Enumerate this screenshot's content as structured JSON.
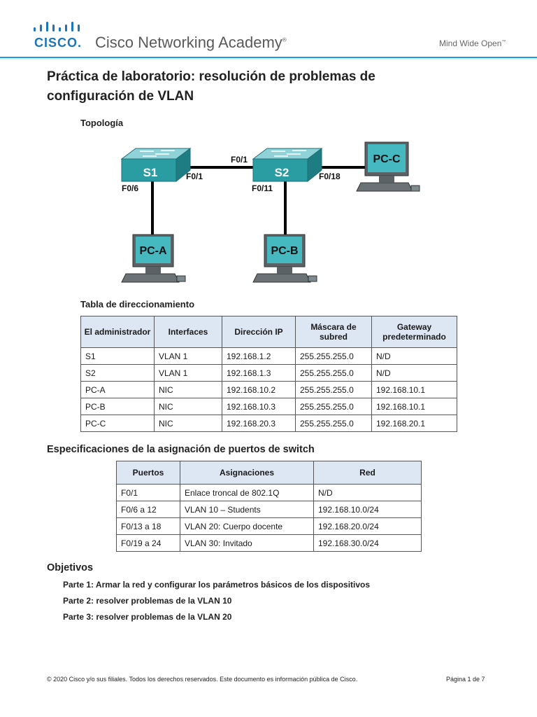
{
  "header": {
    "logo_word": "CISCO.",
    "academy": "Cisco Networking Academy",
    "academy_mark": "®",
    "tagline": "Mind Wide Open",
    "tagline_mark": "™"
  },
  "title_line1": "Práctica de laboratorio: resolución de problemas de",
  "title_line2": "configuración de VLAN",
  "topology": {
    "heading": "Topología",
    "switch_s1": "S1",
    "switch_s2": "S2",
    "pc_a": "PC-A",
    "pc_b": "PC-B",
    "pc_c": "PC-C",
    "port_s1_f01": "F0/1",
    "port_s1_f06": "F0/6",
    "port_trunk": "F0/1",
    "port_s2_f011": "F0/11",
    "port_s2_f018": "F0/18"
  },
  "addressing": {
    "heading": "Tabla de direccionamiento",
    "headers": [
      "El administrador",
      "Interfaces",
      "Dirección IP",
      "Máscara de subred",
      "Gateway predeterminado"
    ],
    "rows": [
      [
        "S1",
        "VLAN 1",
        "192.168.1.2",
        "255.255.255.0",
        "N/D"
      ],
      [
        "S2",
        "VLAN 1",
        "192.168.1.3",
        "255.255.255.0",
        "N/D"
      ],
      [
        "PC-A",
        "NIC",
        "192.168.10.2",
        "255.255.255.0",
        "192.168.10.1"
      ],
      [
        "PC-B",
        "NIC",
        "192.168.10.3",
        "255.255.255.0",
        "192.168.10.1"
      ],
      [
        "PC-C",
        "NIC",
        "192.168.20.3",
        "255.255.255.0",
        "192.168.20.1"
      ]
    ]
  },
  "ports": {
    "heading": "Especificaciones de la asignación de puertos de switch",
    "headers": [
      "Puertos",
      "Asignaciones",
      "Red"
    ],
    "rows": [
      [
        "F0/1",
        "Enlace troncal de 802.1Q",
        "N/D"
      ],
      [
        "F0/6 a 12",
        "VLAN 10 – Students",
        "192.168.10.0/24"
      ],
      [
        "F0/13 a 18",
        "VLAN 20: Cuerpo docente",
        "192.168.20.0/24"
      ],
      [
        "F0/19 a 24",
        "VLAN 30: Invitado",
        "192.168.30.0/24"
      ]
    ]
  },
  "objectives": {
    "heading": "Objetivos",
    "parts": [
      "Parte 1: Armar la red y configurar los parámetros básicos de los dispositivos",
      "Parte 2: resolver problemas de la VLAN 10",
      "Parte 3: resolver problemas de la VLAN 20"
    ]
  },
  "footer": {
    "copyright": "© 2020 Cisco y/o sus filiales. Todos los derechos reservados. Este documento es información pública de Cisco.",
    "page": "Página 1 de 7"
  },
  "colors": {
    "cisco_blue": "#1b75bb",
    "rule_blue": "#1b9bd7",
    "device_teal": "#2a9da3",
    "table_header": "#dde6f3"
  }
}
